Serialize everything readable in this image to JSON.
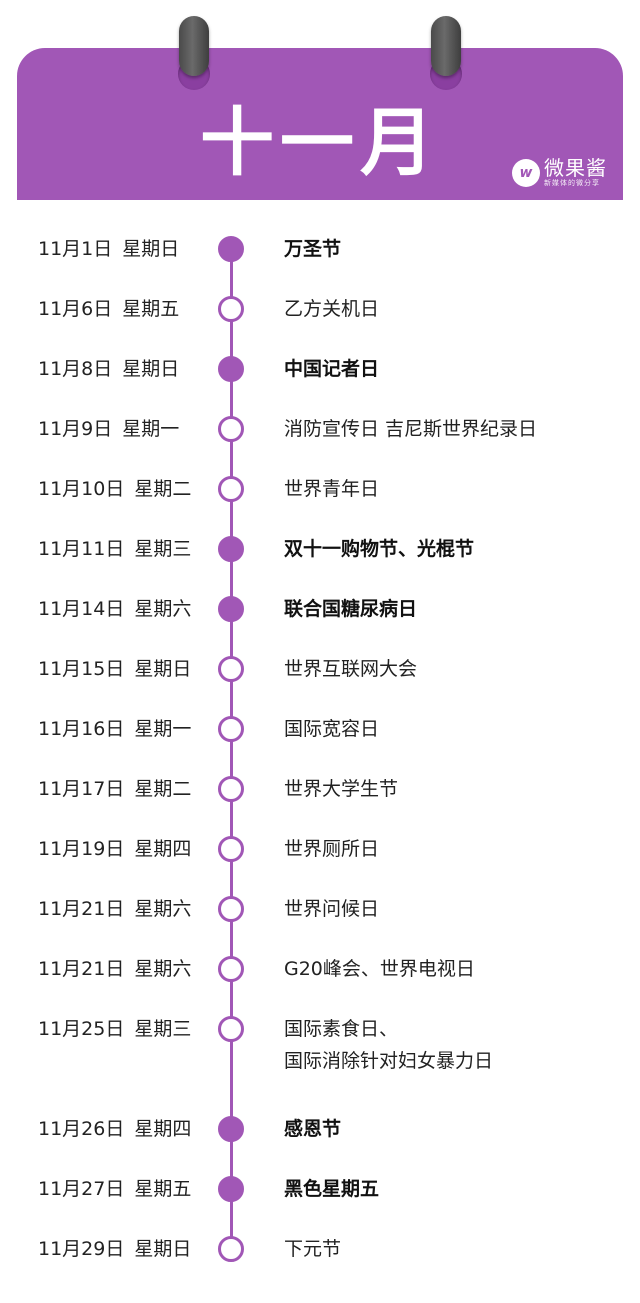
{
  "title": "十一月",
  "brand": {
    "logo_letter": "w",
    "name": "微果酱",
    "subtitle": "新媒体的微分享"
  },
  "colors": {
    "accent": "#a157b6",
    "ring": "#555555",
    "text": "#222222"
  },
  "events": [
    {
      "date": "11月1日",
      "weekday": "星期日",
      "text": "万圣节",
      "highlight": true
    },
    {
      "date": "11月6日",
      "weekday": "星期五",
      "text": "乙方关机日",
      "highlight": false
    },
    {
      "date": "11月8日",
      "weekday": "星期日",
      "text": "中国记者日",
      "highlight": true
    },
    {
      "date": "11月9日",
      "weekday": "星期一",
      "text": "消防宣传日 吉尼斯世界纪录日",
      "highlight": false
    },
    {
      "date": "11月10日",
      "weekday": "星期二",
      "text": "世界青年日",
      "highlight": false
    },
    {
      "date": "11月11日",
      "weekday": "星期三",
      "text": "双十一购物节、光棍节",
      "highlight": true
    },
    {
      "date": "11月14日",
      "weekday": "星期六",
      "text": "联合国糖尿病日",
      "highlight": true
    },
    {
      "date": "11月15日",
      "weekday": "星期日",
      "text": "世界互联网大会",
      "highlight": false
    },
    {
      "date": "11月16日",
      "weekday": "星期一",
      "text": "国际宽容日",
      "highlight": false
    },
    {
      "date": "11月17日",
      "weekday": "星期二",
      "text": "世界大学生节",
      "highlight": false
    },
    {
      "date": "11月19日",
      "weekday": "星期四",
      "text": "世界厕所日",
      "highlight": false
    },
    {
      "date": "11月21日",
      "weekday": "星期六",
      "text": "世界问候日",
      "highlight": false
    },
    {
      "date": "11月21日",
      "weekday": "星期六",
      "text": "G20峰会、世界电视日",
      "highlight": false
    },
    {
      "date": "11月25日",
      "weekday": "星期三",
      "text": "国际素食日、",
      "text2": "国际消除针对妇女暴力日",
      "highlight": false
    },
    {
      "date": "11月26日",
      "weekday": "星期四",
      "text": "感恩节",
      "highlight": true
    },
    {
      "date": "11月27日",
      "weekday": "星期五",
      "text": "黑色星期五",
      "highlight": true
    },
    {
      "date": "11月29日",
      "weekday": "星期日",
      "text": "下元节",
      "highlight": false
    }
  ]
}
